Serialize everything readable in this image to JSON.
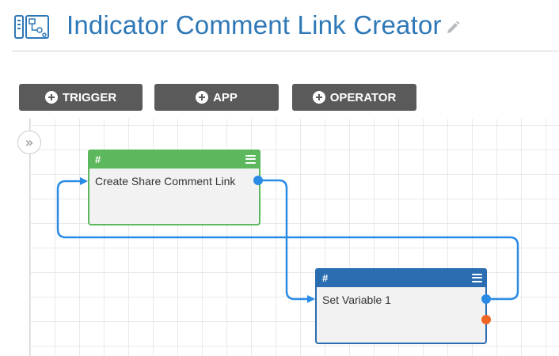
{
  "header": {
    "title": "Indicator Comment Link Creator",
    "logo_icon": "playbook-flow-icon",
    "edit_icon": "pencil-icon",
    "title_color": "#2f78b7"
  },
  "toolbar": {
    "buttons": [
      {
        "label": "TRIGGER",
        "icon": "plus-circle-icon"
      },
      {
        "label": "APP",
        "icon": "plus-circle-icon"
      },
      {
        "label": "OPERATOR",
        "icon": "plus-circle-icon"
      }
    ],
    "button_color": "#5a5a5a"
  },
  "canvas": {
    "collapse_toggle": "»",
    "nodes": [
      {
        "header": "#",
        "label": "Create Share Comment Link",
        "kind": "trigger",
        "color": "#5cb85c"
      },
      {
        "header": "#",
        "label": "Set Variable 1",
        "kind": "operator",
        "color": "#2a6db0"
      }
    ],
    "connection_color": "#2a8be6",
    "error_port_color": "#f26522"
  }
}
